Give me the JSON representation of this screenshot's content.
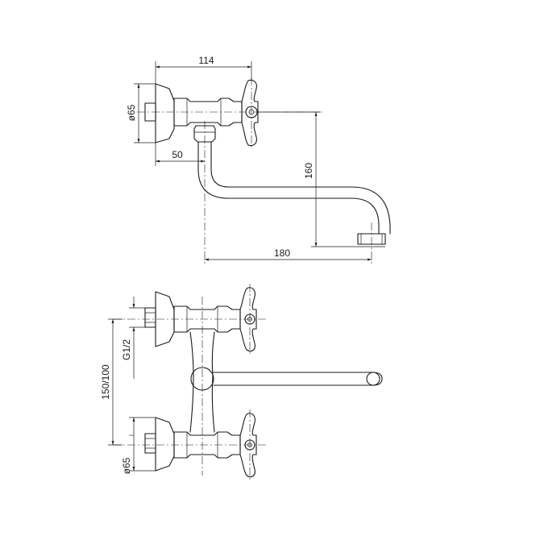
{
  "dimensions": {
    "width_114": "114",
    "diameter_top": "ø65",
    "offset_50": "50",
    "height_160": "160",
    "reach_180": "180",
    "thread": "G1/2",
    "spacing": "150/100",
    "diameter_bottom": "ø65"
  }
}
